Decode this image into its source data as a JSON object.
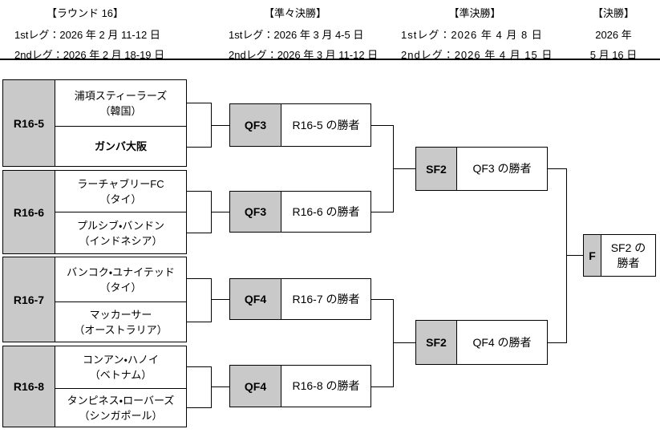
{
  "page": {
    "background": "#ffffff"
  },
  "colors": {
    "label_bg": "#c9c9c9",
    "line": "#000000",
    "text": "#000000"
  },
  "header": {
    "columns": [
      {
        "title": "【ラウンド 16】",
        "leg1": "1stレグ：2026 年 2 月 11-12 日",
        "leg2": "2ndレグ：2026 年 2 月 18-19 日"
      },
      {
        "title": "【準々決勝】",
        "leg1": "1stレグ：2026 年 3 月 4-5 日",
        "leg2": "2ndレグ：2026 年 3 月 11-12 日"
      },
      {
        "title": "【準決勝】",
        "leg1": "1stレグ：2026 年 4 月 8 日",
        "leg2": "2ndレグ：2026 年 4 月 15 日"
      },
      {
        "title": "【決勝】",
        "leg1": "2026 年",
        "leg2": "5 月 16 日"
      }
    ]
  },
  "round16": {
    "matches": [
      {
        "id": "R16-5",
        "team1": "浦項スティーラーズ",
        "team1_country": "（韓国）",
        "team2": "ガンバ大阪",
        "team2_country": "",
        "team2_emphasis": true
      },
      {
        "id": "R16-6",
        "team1": "ラーチャブリーFC",
        "team1_country": "（タイ）",
        "team2": "プルシブ・バンドン",
        "team2_country": "（インドネシア）",
        "team2_emphasis": false
      },
      {
        "id": "R16-7",
        "team1": "バンコク・ユナイテッド",
        "team1_country": "（タイ）",
        "team2": "マッカーサー",
        "team2_country": "（オーストラリア）",
        "team2_emphasis": false
      },
      {
        "id": "R16-8",
        "team1": "コンアン・ハノイ",
        "team1_country": "（ベトナム）",
        "team2": "タンピネス・ローバーズ",
        "team2_country": "（シンガポール）",
        "team2_emphasis": false
      }
    ]
  },
  "quarterfinals": {
    "matches": [
      {
        "id": "QF3",
        "winner_text": "R16-5 の勝者"
      },
      {
        "id": "QF3",
        "winner_text": "R16-6 の勝者"
      },
      {
        "id": "QF4",
        "winner_text": "R16-7 の勝者"
      },
      {
        "id": "QF4",
        "winner_text": "R16-8 の勝者"
      }
    ]
  },
  "semifinals": {
    "matches": [
      {
        "id": "SF2",
        "winner_text": "QF3 の勝者"
      },
      {
        "id": "SF2",
        "winner_text": "QF4 の勝者"
      }
    ]
  },
  "final": {
    "id": "F",
    "winner_line1": "SF2 の",
    "winner_line2": "勝者"
  }
}
